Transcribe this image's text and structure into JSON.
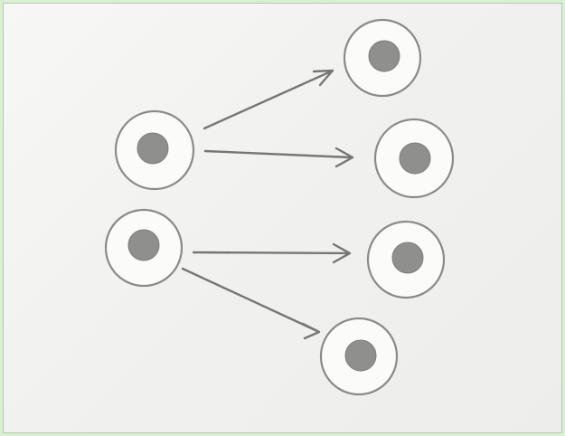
{
  "diagram": {
    "background_color": "#f2f2f0",
    "frame_color": "#d9f0d3",
    "cells": [
      {
        "id": "source-cell-1",
        "role": "source"
      },
      {
        "id": "source-cell-2",
        "role": "source"
      },
      {
        "id": "target-cell-1",
        "role": "target"
      },
      {
        "id": "target-cell-2",
        "role": "target"
      },
      {
        "id": "target-cell-3",
        "role": "target"
      },
      {
        "id": "target-cell-4",
        "role": "target"
      }
    ],
    "arrows": [
      {
        "from": "source-cell-1",
        "to": "target-cell-1"
      },
      {
        "from": "source-cell-1",
        "to": "target-cell-2"
      },
      {
        "from": "source-cell-2",
        "to": "target-cell-3"
      },
      {
        "from": "source-cell-2",
        "to": "target-cell-4"
      }
    ]
  }
}
